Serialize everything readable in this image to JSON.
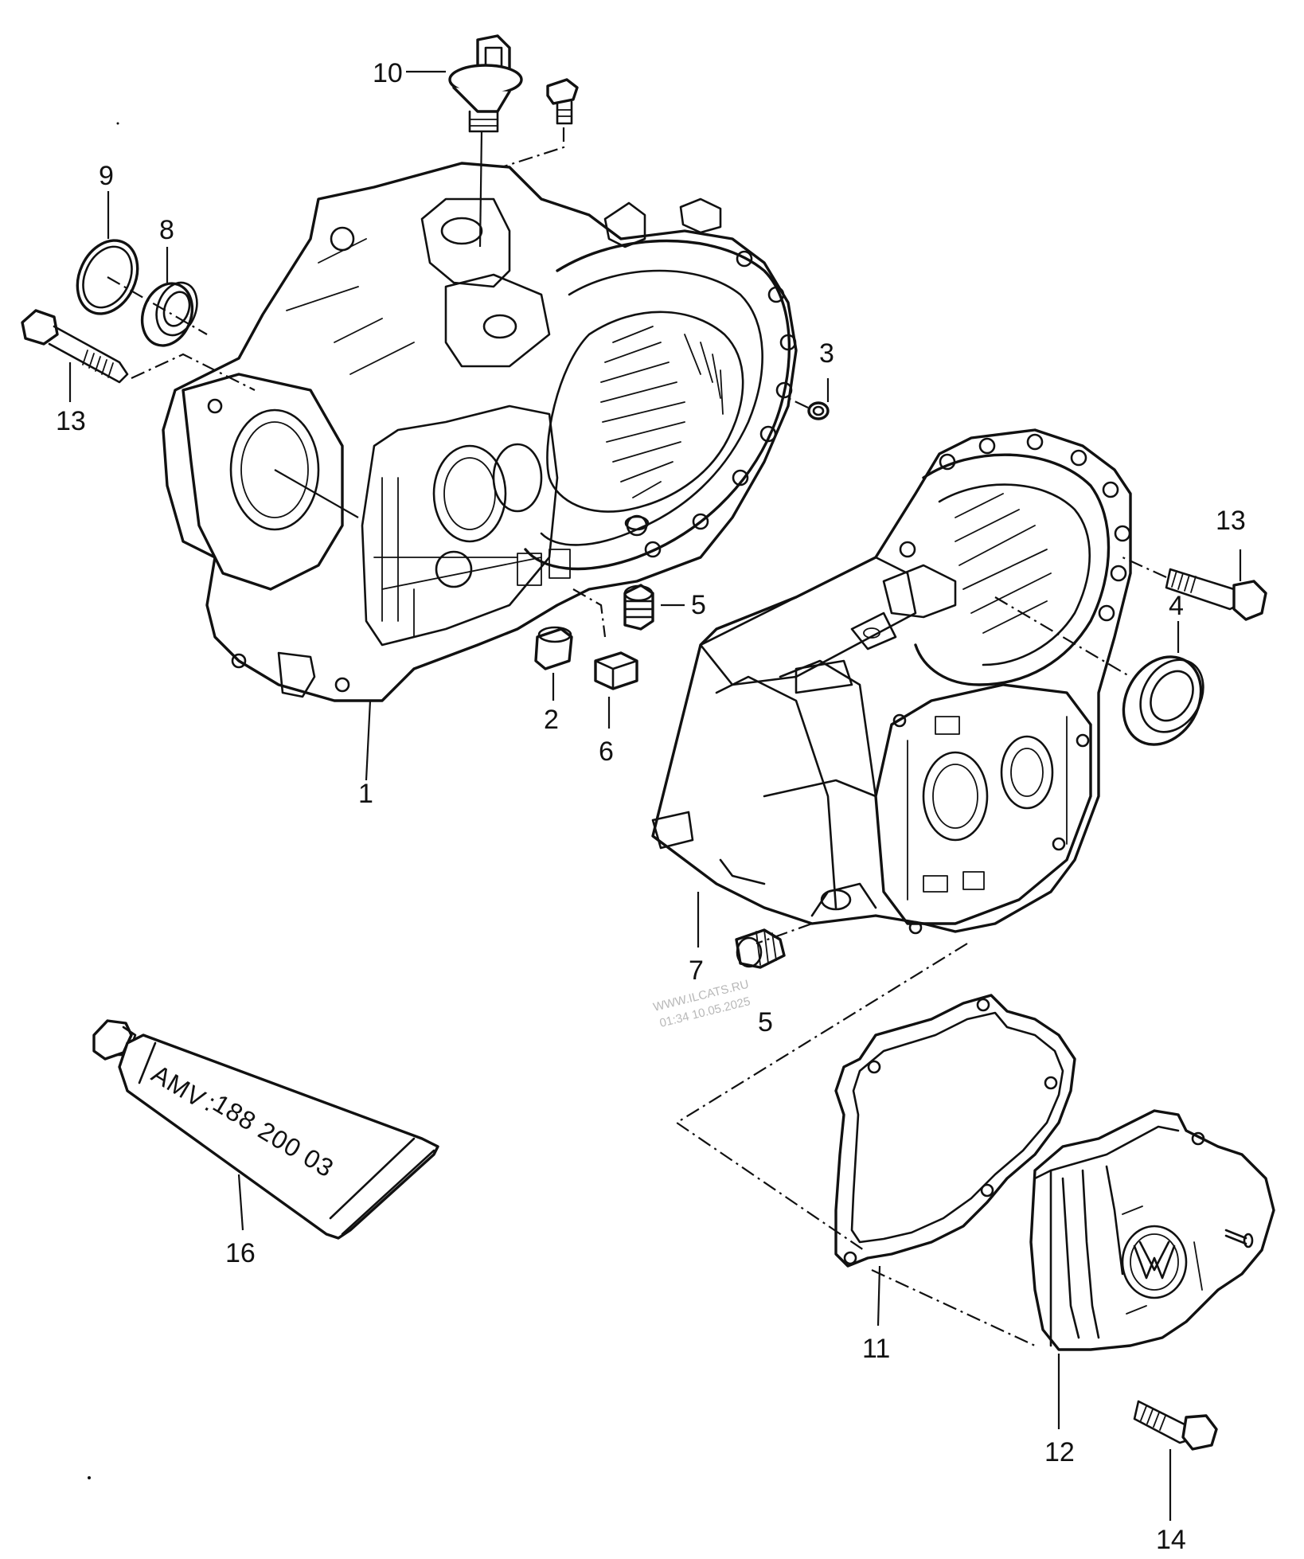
{
  "diagram": {
    "callouts": {
      "c1": "1",
      "c2": "2",
      "c3": "3",
      "c4": "4",
      "c5a": "5",
      "c5b": "5",
      "c6": "6",
      "c7": "7",
      "c8": "8",
      "c9": "9",
      "c10": "10",
      "c11": "11",
      "c12": "12",
      "c13a": "13",
      "c13b": "13",
      "c14": "14",
      "c16": "16"
    },
    "tube_label": {
      "line1": "AMV",
      "line2": "188 200 03"
    },
    "watermark": {
      "line1": "WWW.ILCATS.RU",
      "line2": "01:34 10.05.2025"
    }
  }
}
